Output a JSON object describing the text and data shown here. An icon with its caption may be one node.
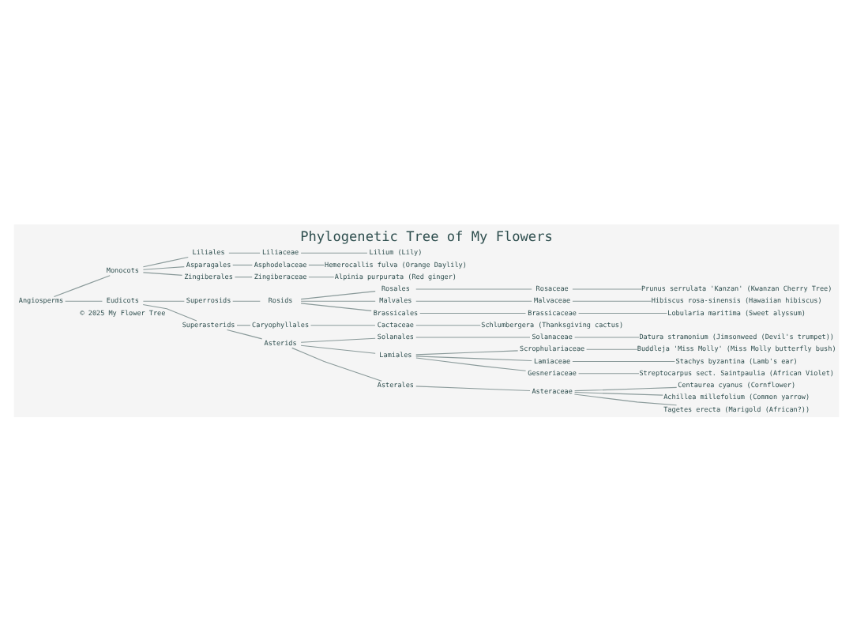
{
  "diagram": {
    "title": "Phylogenetic Tree of My Flowers",
    "caption": "© 2025 My Flower Tree",
    "nodes": [
      {
        "text": [
          "Angiosperms"
        ]
      },
      {
        "text": [
          "Monocots"
        ]
      },
      {
        "text": [
          "Liliales"
        ]
      },
      {
        "text": [
          "Liliaceae"
        ]
      },
      {
        "text": [
          "Lilium (Lily)"
        ]
      },
      {
        "text": [
          "Asparagales"
        ]
      },
      {
        "text": [
          "Asphodelaceae"
        ]
      },
      {
        "text": [
          "Hemerocallis fulva (Orange Daylily)"
        ]
      },
      {
        "text": [
          "Zingiberales"
        ]
      },
      {
        "text": [
          "Zingiberaceae"
        ]
      },
      {
        "text": [
          "Alpinia purpurata (Red ginger)"
        ]
      },
      {
        "text": [
          "Eudicots"
        ]
      },
      {
        "text": [
          "Superrosids"
        ]
      },
      {
        "text": [
          "Rosids"
        ]
      },
      {
        "text": [
          "Rosales"
        ]
      },
      {
        "text": [
          "Rosaceae"
        ]
      },
      {
        "text": [
          "Prunus serrulata 'Kanzan' (Kwanzan Cherry Tree)"
        ]
      },
      {
        "text": [
          "Malvales"
        ]
      },
      {
        "text": [
          "Malvaceae"
        ]
      },
      {
        "text": [
          "Hibiscus rosa-sinensis (Hawaiian hibiscus)"
        ]
      },
      {
        "text": [
          "Brassicales"
        ]
      },
      {
        "text": [
          "Brassicaceae"
        ]
      },
      {
        "text": [
          "Lobularia maritima (Sweet alyssum)"
        ]
      },
      {
        "text": [
          "Superasterids"
        ]
      },
      {
        "text": [
          "Caryophyllales"
        ]
      },
      {
        "text": [
          "Cactaceae"
        ]
      },
      {
        "text": [
          "Schlumbergera (Thanksgiving cactus)"
        ]
      },
      {
        "text": [
          "Asterids"
        ]
      },
      {
        "text": [
          "Solanales"
        ]
      },
      {
        "text": [
          "Solanaceae"
        ]
      },
      {
        "text": [
          "Datura stramonium (Jimsonweed (Devil's trumpet))"
        ]
      },
      {
        "text": [
          "Lamiales"
        ]
      },
      {
        "text": [
          "Scrophulariaceae"
        ]
      },
      {
        "text": [
          "Buddleja 'Miss Molly' (Miss Molly butterfly bush)"
        ]
      },
      {
        "text": [
          "Lamiaceae"
        ]
      },
      {
        "text": [
          "Stachys byzantina (Lamb's ear)"
        ]
      },
      {
        "text": [
          "Gesneriaceae"
        ]
      },
      {
        "text": [
          "Streptocarpus sect. Saintpaulia (African Violet)"
        ]
      },
      {
        "text": [
          "Asterales"
        ]
      },
      {
        "text": [
          "Asteraceae"
        ]
      },
      {
        "text": [
          "Centaurea cyanus (Cornflower)"
        ]
      },
      {
        "text": [
          "Achillea millefolium (Common yarrow)"
        ]
      },
      {
        "text": [
          "Tagetes erecta (Marigold (African?))"
        ]
      }
    ],
    "edges": [
      {
        "from": 0,
        "to": 1,
        "arrow": "none"
      },
      {
        "from": 0,
        "to": 11,
        "arrow": "none"
      },
      {
        "from": 1,
        "to": 2,
        "arrow": "none"
      },
      {
        "from": 2,
        "to": 3,
        "arrow": "none"
      },
      {
        "from": 3,
        "to": 4,
        "arrow": "none"
      },
      {
        "from": 1,
        "to": 5,
        "arrow": "none"
      },
      {
        "from": 5,
        "to": 6,
        "arrow": "none"
      },
      {
        "from": 6,
        "to": 7,
        "arrow": "none"
      },
      {
        "from": 1,
        "to": 8,
        "arrow": "none"
      },
      {
        "from": 8,
        "to": 9,
        "arrow": "none"
      },
      {
        "from": 9,
        "to": 10,
        "arrow": "none"
      },
      {
        "from": 11,
        "to": 12,
        "arrow": "none"
      },
      {
        "from": 12,
        "to": 13,
        "arrow": "none"
      },
      {
        "from": 13,
        "to": 14,
        "arrow": "none"
      },
      {
        "from": 14,
        "to": 15,
        "arrow": "none"
      },
      {
        "from": 15,
        "to": 16,
        "arrow": "none"
      },
      {
        "from": 13,
        "to": 17,
        "arrow": "none"
      },
      {
        "from": 17,
        "to": 18,
        "arrow": "none"
      },
      {
        "from": 18,
        "to": 19,
        "arrow": "none"
      },
      {
        "from": 13,
        "to": 20,
        "arrow": "none"
      },
      {
        "from": 20,
        "to": 21,
        "arrow": "none"
      },
      {
        "from": 21,
        "to": 22,
        "arrow": "none"
      },
      {
        "from": 11,
        "to": 23,
        "arrow": "none"
      },
      {
        "from": 23,
        "to": 24,
        "arrow": "none"
      },
      {
        "from": 24,
        "to": 25,
        "arrow": "none"
      },
      {
        "from": 25,
        "to": 26,
        "arrow": "none"
      },
      {
        "from": 23,
        "to": 27,
        "arrow": "none"
      },
      {
        "from": 27,
        "to": 28,
        "arrow": "none"
      },
      {
        "from": 28,
        "to": 29,
        "arrow": "none"
      },
      {
        "from": 29,
        "to": 30,
        "arrow": "none"
      },
      {
        "from": 27,
        "to": 31,
        "arrow": "none"
      },
      {
        "from": 31,
        "to": 32,
        "arrow": "none"
      },
      {
        "from": 32,
        "to": 33,
        "arrow": "none"
      },
      {
        "from": 31,
        "to": 34,
        "arrow": "none"
      },
      {
        "from": 34,
        "to": 35,
        "arrow": "none"
      },
      {
        "from": 31,
        "to": 36,
        "arrow": "none"
      },
      {
        "from": 36,
        "to": 37,
        "arrow": "none"
      },
      {
        "from": 27,
        "to": 38,
        "arrow": "none"
      },
      {
        "from": 38,
        "to": 39,
        "arrow": "none"
      },
      {
        "from": 39,
        "to": 40,
        "arrow": "none"
      },
      {
        "from": 39,
        "to": 41,
        "arrow": "none"
      },
      {
        "from": 39,
        "to": 42,
        "arrow": "none"
      }
    ]
  }
}
